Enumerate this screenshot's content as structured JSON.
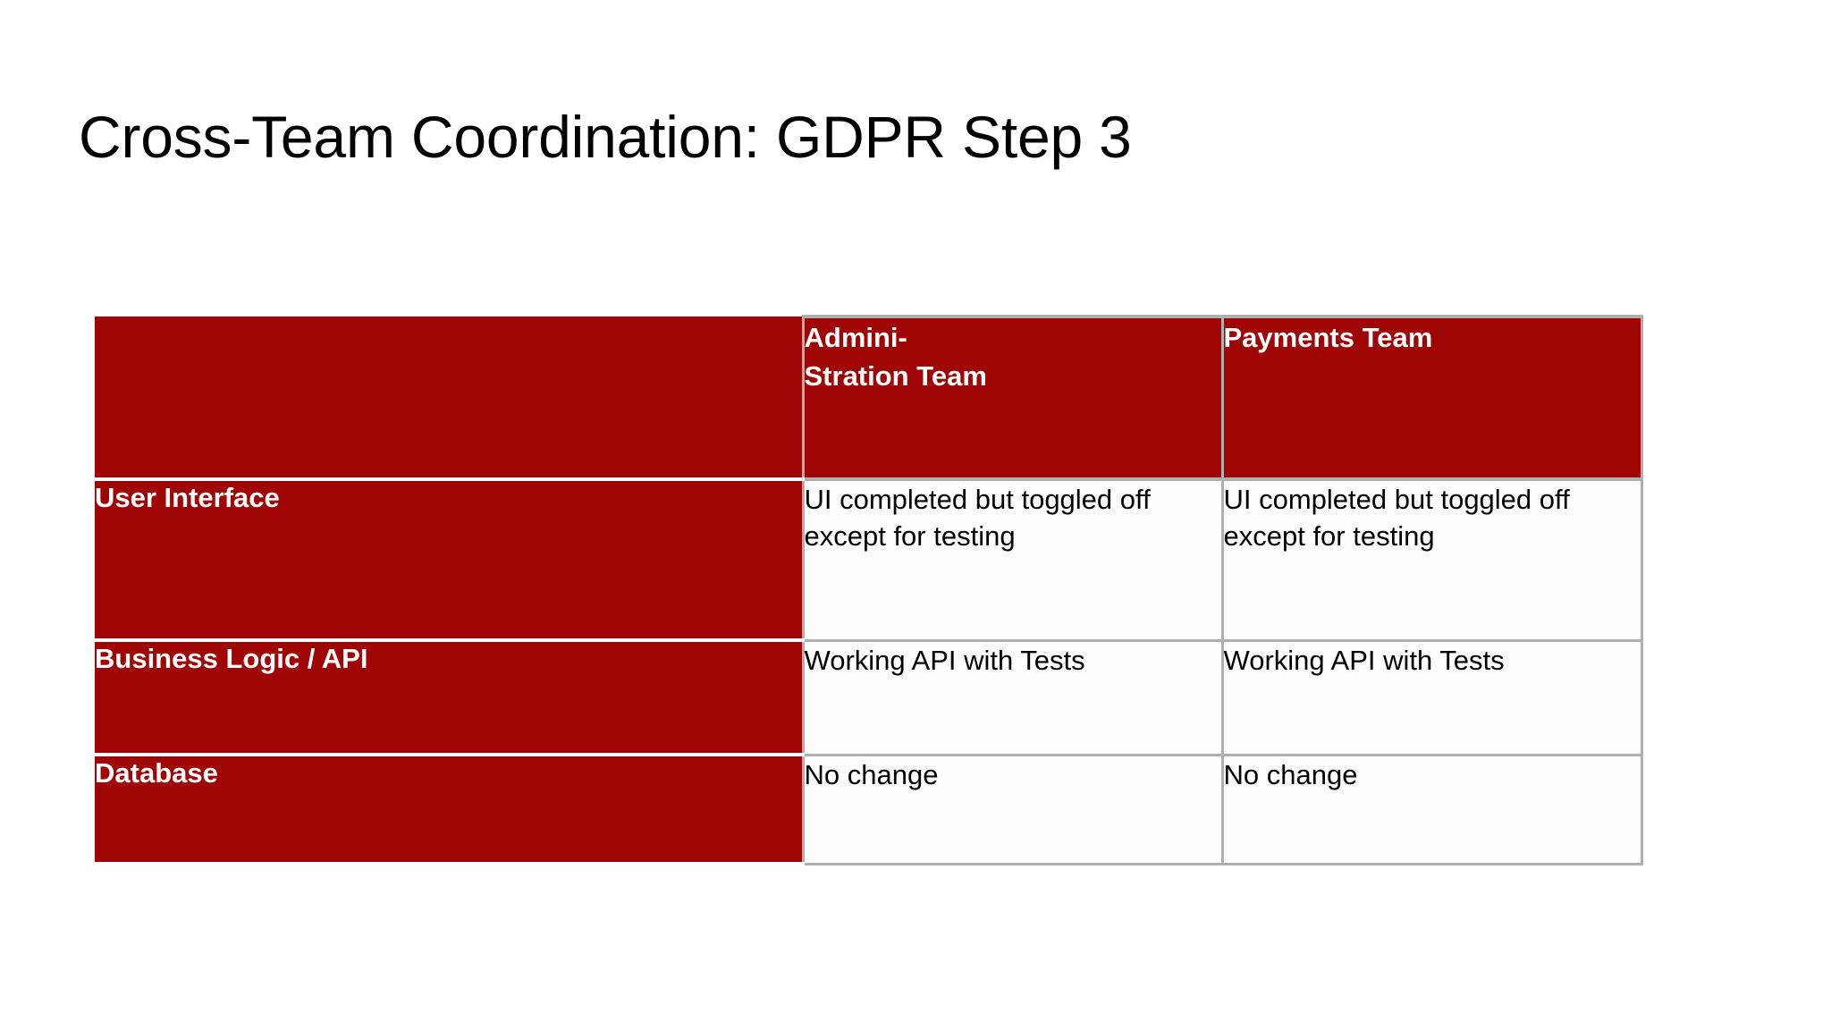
{
  "slide": {
    "title": "Cross-Team Coordination: GDPR Step 3",
    "background_color": "#FFFFFF"
  },
  "theme": {
    "accent_red": "#A00505",
    "header_text_color": "#FFFFFF",
    "cell_background": "#FCFDFC",
    "border_gray": "#AFAFAF",
    "body_text_color": "#000000"
  },
  "table": {
    "corner_label": "",
    "columns": [
      {
        "key": "row_label",
        "label": ""
      },
      {
        "key": "administration_team",
        "label_line1": "Admini-",
        "label_line2": "Stration Team",
        "label": "Admini-Stration Team"
      },
      {
        "key": "payments_team",
        "label_line1": "Payments Team",
        "label_line2": "",
        "label": "Payments Team"
      }
    ],
    "rows": [
      {
        "label": "User Interface",
        "administration_team": "UI completed but toggled off except for testing",
        "payments_team": "UI completed but toggled off except for testing"
      },
      {
        "label": "Business Logic / API",
        "administration_team": "Working API with Tests",
        "payments_team": "Working API with Tests"
      },
      {
        "label": "Database",
        "administration_team": "No change",
        "payments_team": "No change"
      }
    ]
  }
}
